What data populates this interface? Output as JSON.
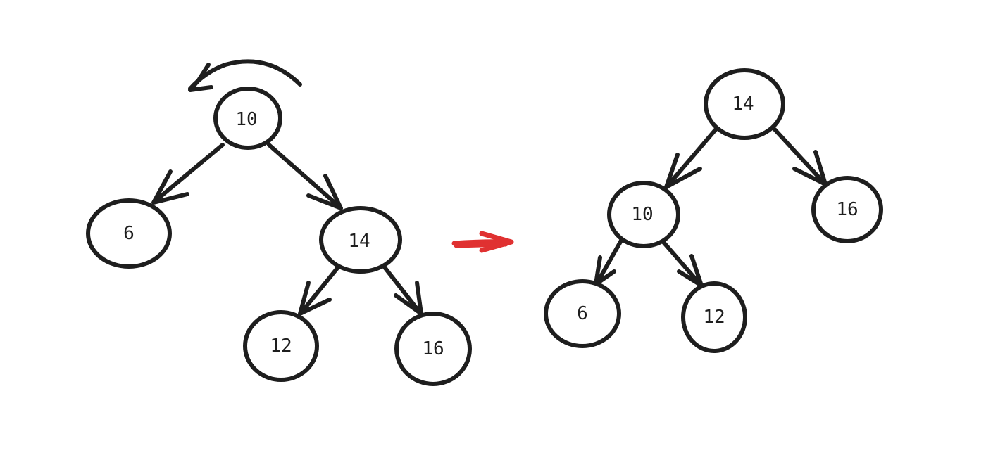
{
  "diagram": {
    "colors": {
      "stroke": "#1e1e1e",
      "background": "#ffffff",
      "transform_arrow": "#e03131"
    },
    "before_tree": {
      "nodes": [
        {
          "id": "b10",
          "label": "10"
        },
        {
          "id": "b6",
          "label": "6"
        },
        {
          "id": "b14",
          "label": "14"
        },
        {
          "id": "b12",
          "label": "12"
        },
        {
          "id": "b16",
          "label": "16"
        }
      ],
      "edges": [
        {
          "from": "10",
          "to": "6"
        },
        {
          "from": "10",
          "to": "14"
        },
        {
          "from": "14",
          "to": "12"
        },
        {
          "from": "14",
          "to": "16"
        }
      ],
      "rotation_direction": "left"
    },
    "transform_arrow_icon": "right-arrow",
    "after_tree": {
      "nodes": [
        {
          "id": "a14",
          "label": "14"
        },
        {
          "id": "a10",
          "label": "10"
        },
        {
          "id": "a16",
          "label": "16"
        },
        {
          "id": "a6",
          "label": "6"
        },
        {
          "id": "a12",
          "label": "12"
        }
      ],
      "edges": [
        {
          "from": "14",
          "to": "10"
        },
        {
          "from": "14",
          "to": "16"
        },
        {
          "from": "10",
          "to": "6"
        },
        {
          "from": "10",
          "to": "12"
        }
      ]
    }
  }
}
